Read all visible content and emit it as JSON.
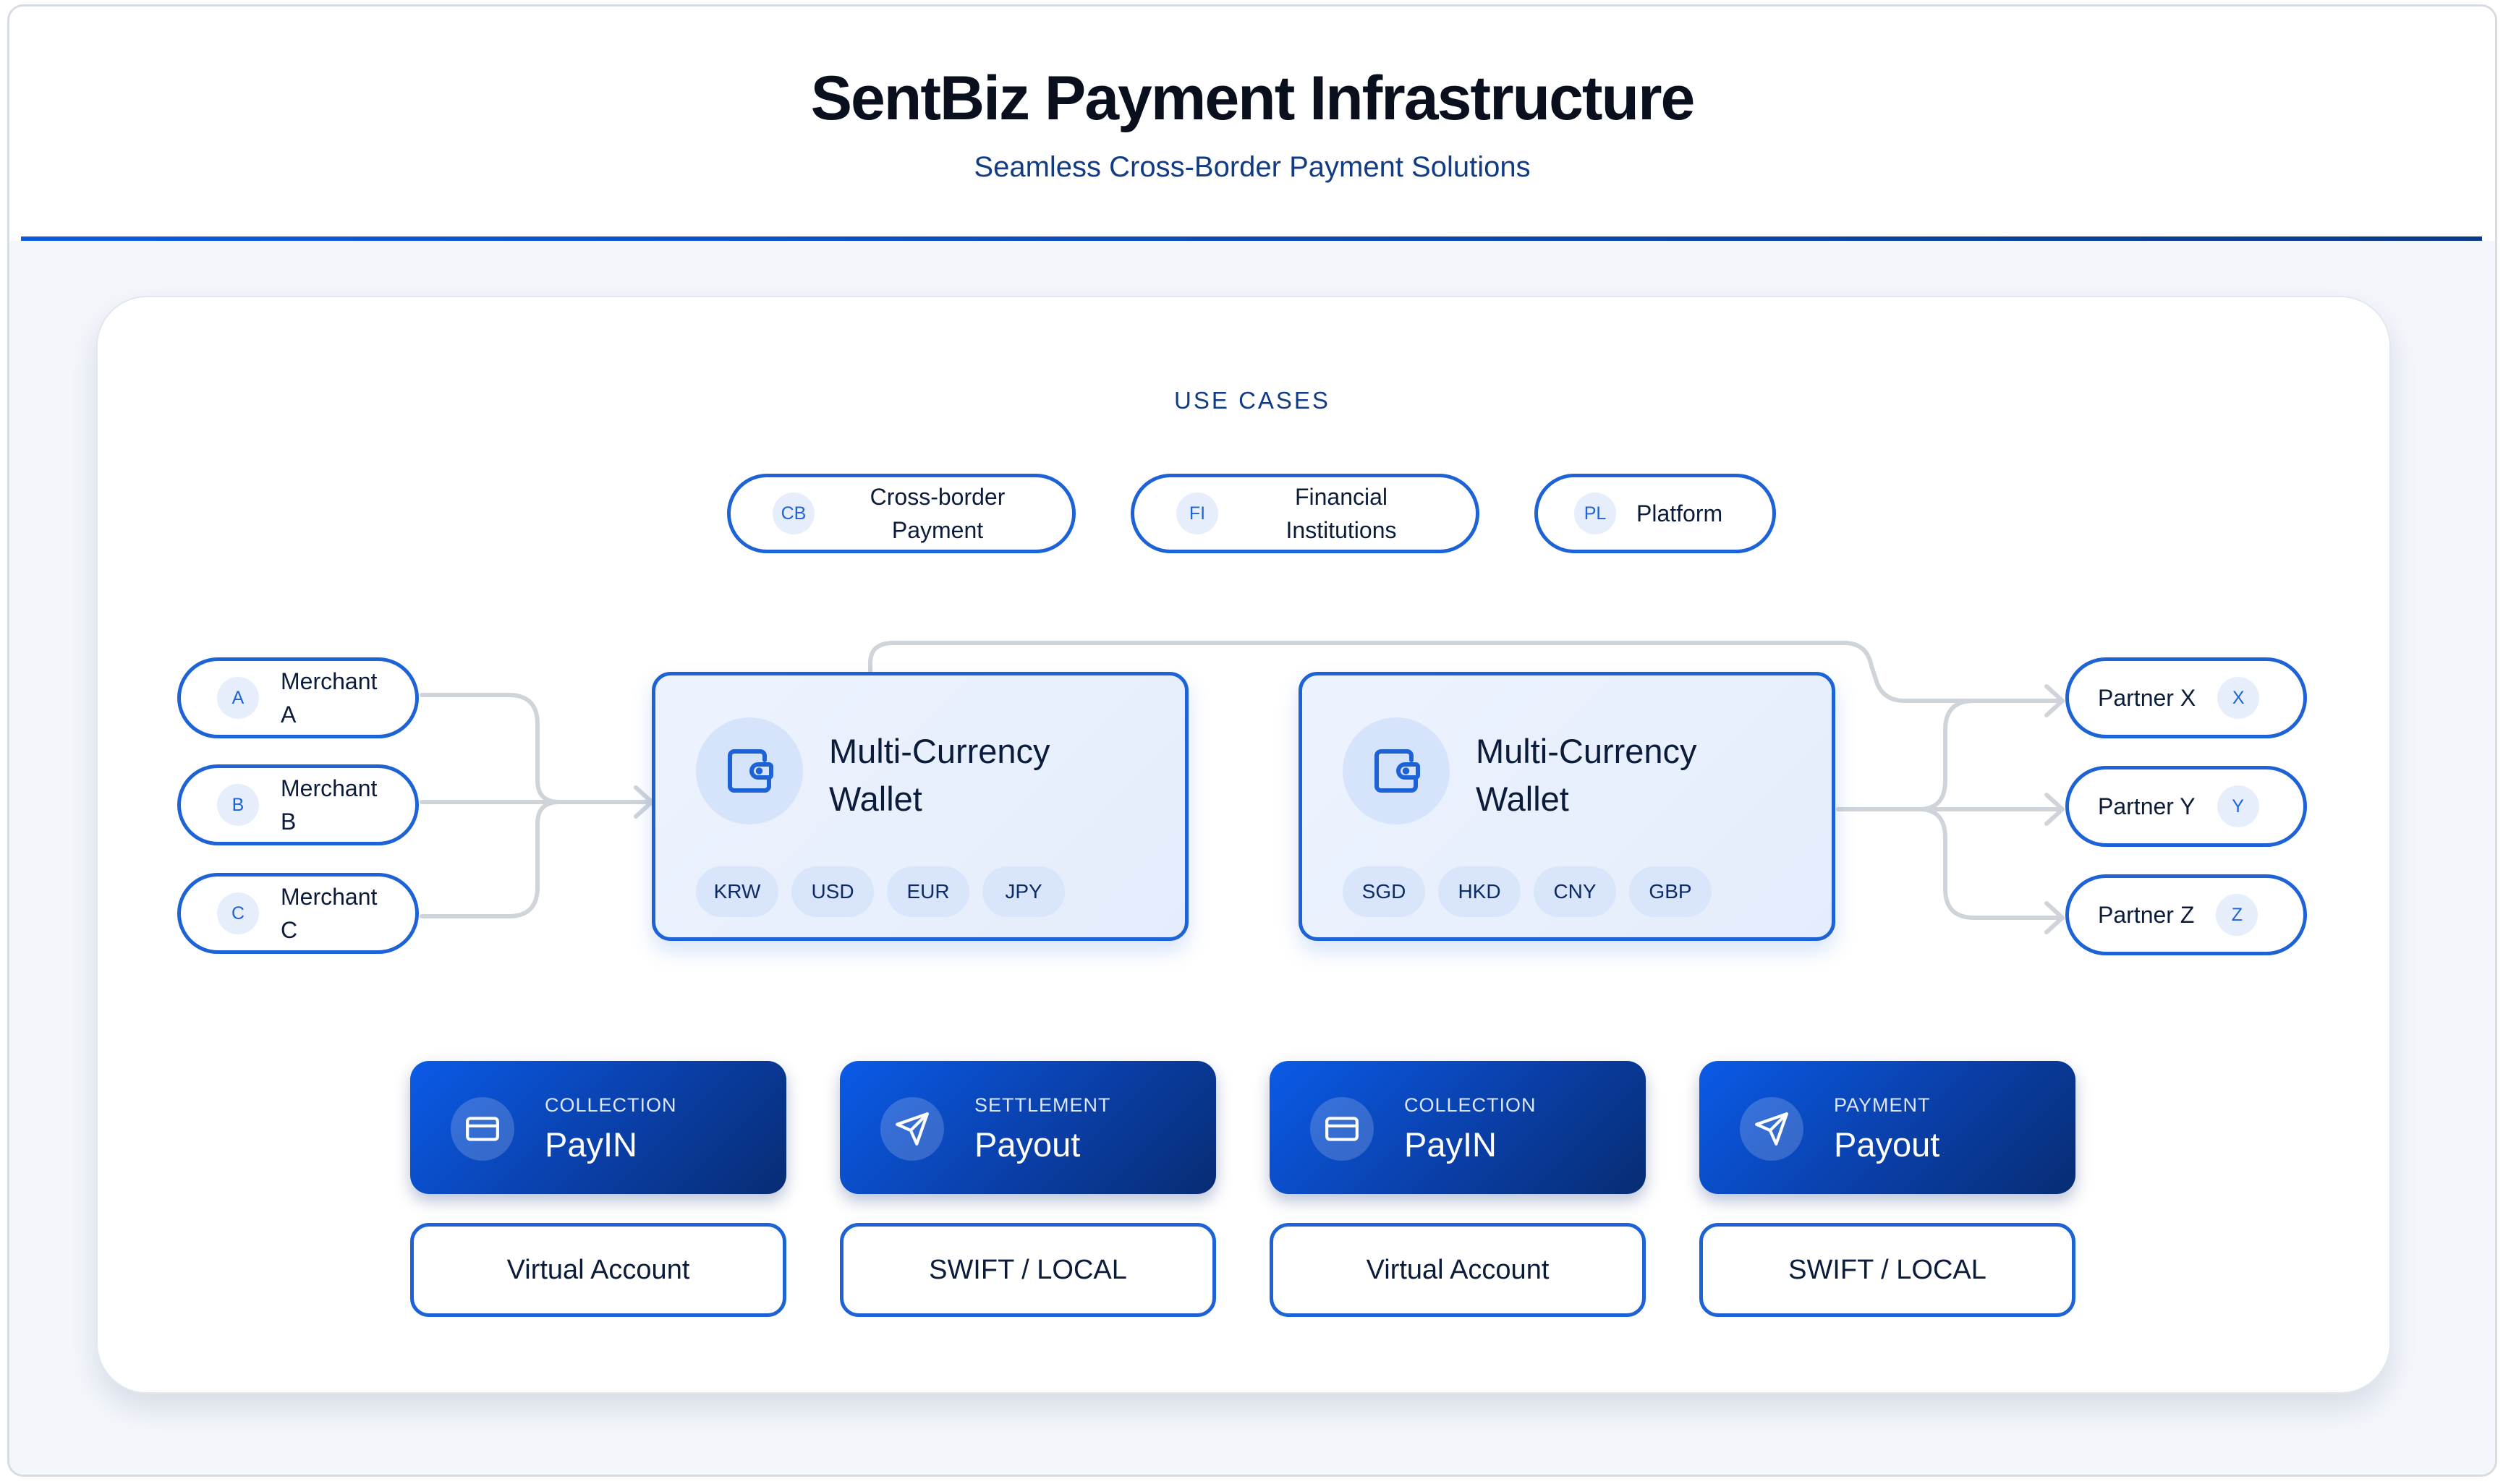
{
  "header": {
    "title": "SentBiz Payment Infrastructure",
    "subtitle": "Seamless Cross-Border Payment Solutions"
  },
  "use_cases": {
    "label": "USE CASES",
    "items": [
      {
        "badge": "CB",
        "label": "Cross-border Payment"
      },
      {
        "badge": "FI",
        "label": "Financial Institutions"
      },
      {
        "badge": "PL",
        "label": "Platform"
      }
    ]
  },
  "merchants": [
    {
      "badge": "A",
      "label": "Merchant A"
    },
    {
      "badge": "B",
      "label": "Merchant B"
    },
    {
      "badge": "C",
      "label": "Merchant C"
    }
  ],
  "partners": [
    {
      "badge": "X",
      "label": "Partner X"
    },
    {
      "badge": "Y",
      "label": "Partner Y"
    },
    {
      "badge": "Z",
      "label": "Partner Z"
    }
  ],
  "wallets": [
    {
      "icon": "wallet-icon",
      "title": "Multi-Currency Wallet",
      "currencies": [
        "KRW",
        "USD",
        "EUR",
        "JPY"
      ]
    },
    {
      "icon": "wallet-icon",
      "title": "Multi-Currency Wallet",
      "currencies": [
        "SGD",
        "HKD",
        "CNY",
        "GBP"
      ]
    }
  ],
  "services": [
    {
      "icon": "card-icon",
      "category": "COLLECTION",
      "name": "PayIN",
      "account": "Virtual Account"
    },
    {
      "icon": "send-icon",
      "category": "SETTLEMENT",
      "name": "Payout",
      "account": "SWIFT / LOCAL"
    },
    {
      "icon": "card-icon",
      "category": "COLLECTION",
      "name": "PayIN",
      "account": "Virtual Account"
    },
    {
      "icon": "send-icon",
      "category": "PAYMENT",
      "name": "Payout",
      "account": "SWIFT / LOCAL"
    }
  ],
  "colors": {
    "accent": "#1e63d6",
    "navy": "#0a3fa8",
    "connector": "#cfd4db"
  }
}
